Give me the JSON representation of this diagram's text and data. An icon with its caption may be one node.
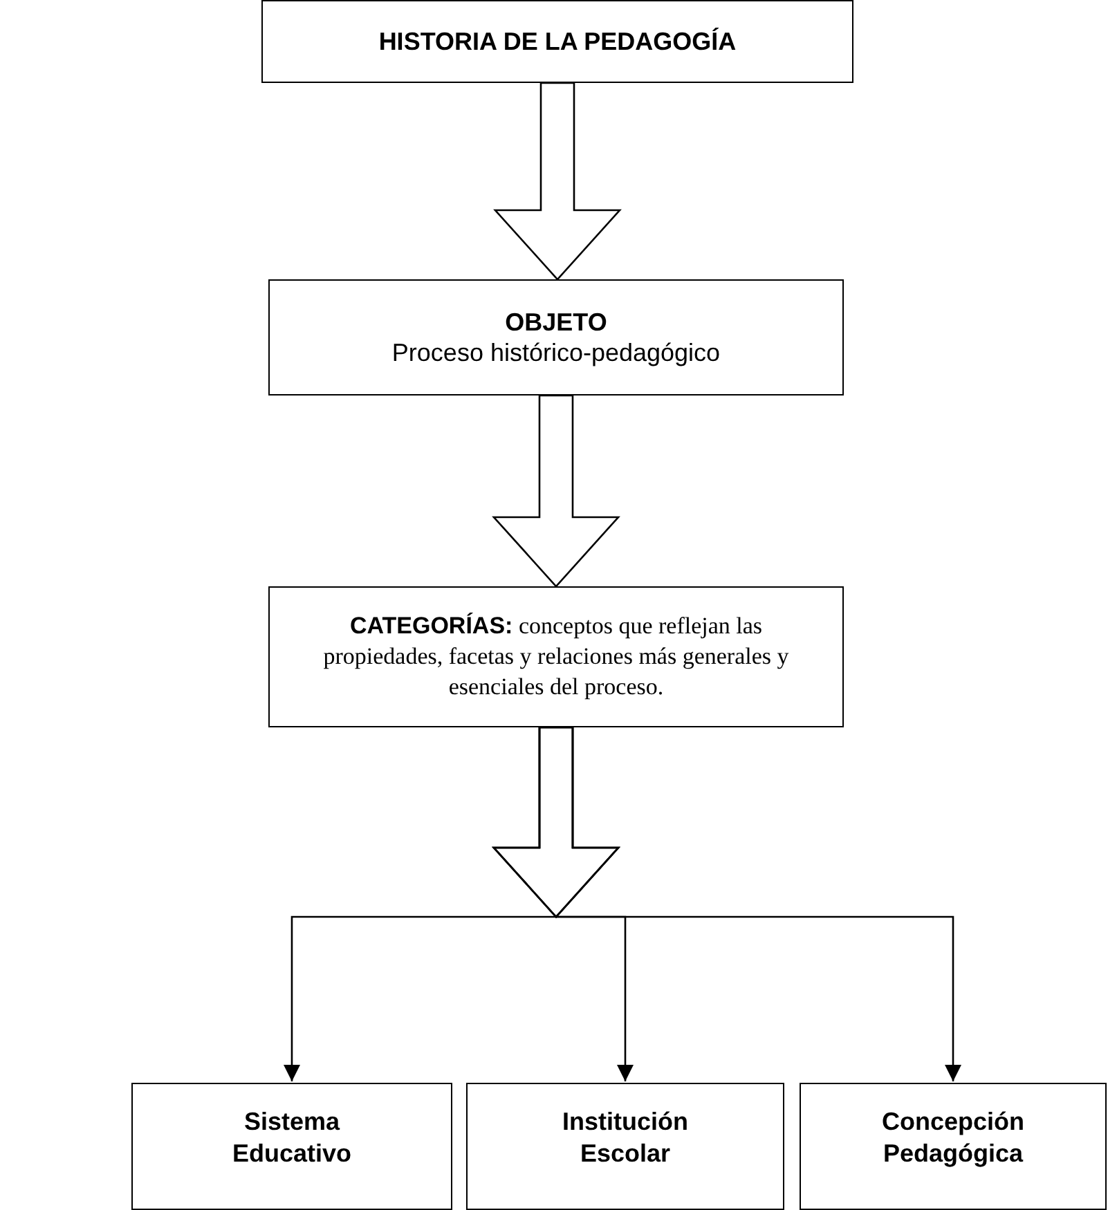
{
  "diagram": {
    "nodes": [
      {
        "text": [
          "HISTORIA DE LA PEDAGOGÍA"
        ]
      },
      {
        "text": [
          "OBJETO",
          "Proceso histórico-pedagógico"
        ]
      },
      {
        "text": [
          "**CATEGORÍAS:** conceptos que reflejan las propiedades, facetas y relaciones más generales y esenciales del proceso."
        ]
      },
      {
        "text": [
          "Sistema Educativo"
        ]
      },
      {
        "text": [
          "Institución Escolar"
        ]
      },
      {
        "text": [
          "Concepción Pedagógica"
        ]
      }
    ],
    "edges": [
      {
        "from": 0,
        "to": 1,
        "arrow": "to",
        "style": "thick"
      },
      {
        "from": 1,
        "to": 2,
        "arrow": "to",
        "style": "thick"
      },
      {
        "from": 2,
        "to": 3,
        "arrow": "to"
      },
      {
        "from": 2,
        "to": 4,
        "arrow": "to"
      },
      {
        "from": 2,
        "to": 5,
        "arrow": "to"
      }
    ]
  }
}
